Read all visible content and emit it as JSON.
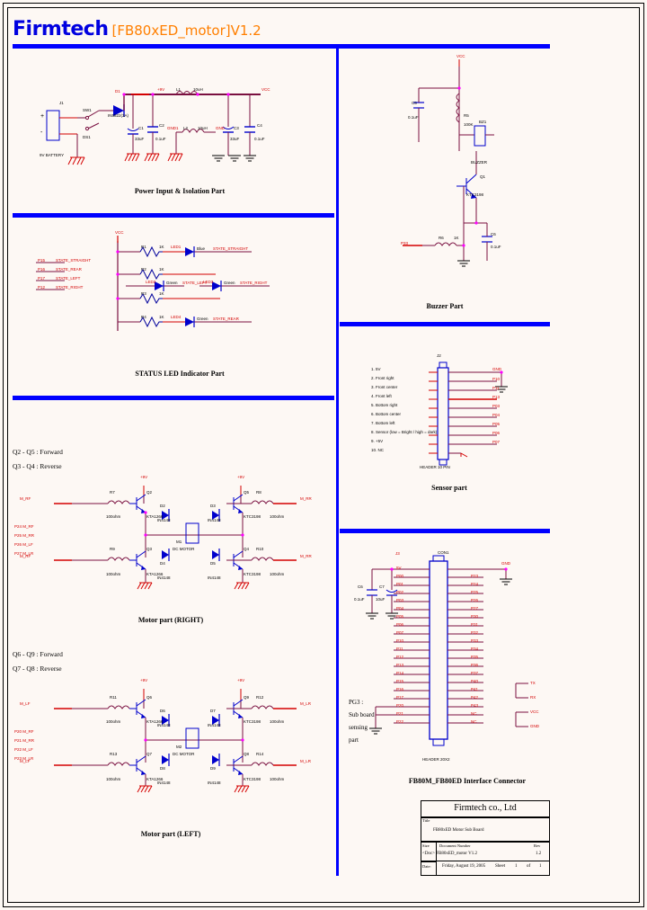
{
  "header": {
    "brand": "Firmtech",
    "product": "[FB80xED_motor]V1.2"
  },
  "sections": {
    "power_input": "Power Input & Isolation Part",
    "status_led": "STATUS LED Indicator Part",
    "motor_right": "Motor part (RIGHT)",
    "motor_left": "Motor part (LEFT)",
    "buzzer": "Buzzer Part",
    "sensor": "Sensor part",
    "interface": "FB80M_FB80ED Interface Connector"
  },
  "notes": {
    "motor_right_fwd": "Q2 - Q5 : Forward",
    "motor_right_rev": "Q3 - Q4 : Reverse",
    "motor_left_fwd": "Q6 - Q9 : Forward",
    "motor_left_rev": "Q7 - Q8 : Reverse",
    "pg3": [
      "PG3 :",
      "Sub board",
      "sensing",
      "part"
    ]
  },
  "power_input": {
    "battery_ref": "J1",
    "battery_val": "9V BATTERY",
    "plus": "+",
    "minus": "-",
    "sw_ref": "SW1",
    "sw_val": "DS1",
    "diode_ref": "D1",
    "diode_val": "IN5822(3A)",
    "net_p9v": "+9V",
    "inductor_ref": "L1",
    "inductor_val": "10uH",
    "net_vcc": "VCC",
    "c1_ref": "C1",
    "c1_val": "33uF",
    "c2_ref": "C2",
    "c2_val": "0.1uF",
    "c3_ref": "C3",
    "c3_val": "33uF",
    "c4_ref": "C4",
    "c4_val": "0.1uF",
    "l2_ref": "L2",
    "l2_val": "10uH",
    "gnd_a": "GND1",
    "gnd_b": "GND"
  },
  "status_led": {
    "net": "VCC",
    "signals": [
      "STATE_STRAIGHT",
      "STATE_REAR",
      "STATE_LEFT",
      "STATE_RIGHT"
    ],
    "pins": [
      "P15",
      "P16",
      "P17",
      "P12"
    ],
    "resistors": [
      {
        "ref": "R1",
        "val": "1K"
      },
      {
        "ref": "R2",
        "val": "1K"
      },
      {
        "ref": "R3",
        "val": "1K"
      },
      {
        "ref": "R4",
        "val": "1K"
      }
    ],
    "leds": [
      {
        "ref": "LED1",
        "val": "Blue",
        "net": "STATE_STRAIGHT"
      },
      {
        "ref": "LED2",
        "val": "Green",
        "net": "STATE_LEFT"
      },
      {
        "ref": "LED3",
        "val": "Green",
        "net": "STATE_RIGHT"
      },
      {
        "ref": "LED4",
        "val": "Green",
        "net": "STATE_REAR"
      }
    ]
  },
  "buzzer": {
    "net_vcc": "VCC",
    "r_ref": "R5",
    "r_val": "100K",
    "c_ref": "C5",
    "c_val": "0.1uF",
    "q_ref": "Q1",
    "q_val": "KTC3198",
    "bz_ref": "BZ1",
    "bz_val": "BUZZER",
    "in_ref": "R6",
    "in_val": "1K",
    "in_net": "P33",
    "gnd": "GND"
  },
  "sensor": {
    "conn_ref": "J2",
    "conn_val": "HEADER 10 PIN",
    "gnd": "GND",
    "pin_list": [
      "1. 5V",
      "2. Front right",
      "3. Front center",
      "4. Front left",
      "5. Bottom right",
      "6. Bottom center",
      "7. Bottom left",
      "8. Sensor (low = Bright / high = dark)",
      "9. +5V",
      "10. NC"
    ],
    "net_labels": [
      "GND",
      "P10",
      "P11",
      "P13",
      "P03",
      "P04",
      "P05",
      "P06",
      "P07",
      "NC"
    ]
  },
  "interface": {
    "conn_ref": "CON1",
    "conn_val": "HEADER 20X2",
    "title_ref": "J3",
    "gnd": "GND",
    "cap_ref": "C6",
    "cap_val": "0.1uF",
    "cap2_ref": "C7",
    "cap2_val": "10uF",
    "left_pins": [
      "5V",
      "P00",
      "P01",
      "P02",
      "P03",
      "P04",
      "P05",
      "P06",
      "P07",
      "P10",
      "P11",
      "P12",
      "P13",
      "P14",
      "P15",
      "P16",
      "P17",
      "P20",
      "P21",
      "P22"
    ],
    "right_pins": [
      "GND",
      "P23",
      "P24",
      "P25",
      "P26",
      "P27",
      "P30",
      "P31",
      "P32",
      "P33",
      "P34",
      "P35",
      "P36",
      "P37",
      "P40",
      "P41",
      "P42",
      "P43",
      "NC",
      "NC"
    ],
    "side_labels": [
      "TX",
      "RX",
      "VCC",
      "GND"
    ]
  },
  "motor_right": {
    "net_top": "+9V",
    "in_left": "M_RF",
    "in_right": "M_RR",
    "q2": {
      "ref": "Q2",
      "val": "KTA1266"
    },
    "q3": {
      "ref": "Q3",
      "val": "KTA1266"
    },
    "q4": {
      "ref": "Q4",
      "val": "KTC3198"
    },
    "q5": {
      "ref": "Q5",
      "val": "KTC3198"
    },
    "r7": {
      "ref": "R7",
      "val": "100ohm"
    },
    "r8": {
      "ref": "R8",
      "val": "100ohm"
    },
    "r9": {
      "ref": "R9",
      "val": "100ohm"
    },
    "r10": {
      "ref": "R10",
      "val": "100ohm"
    },
    "d2": {
      "ref": "D2",
      "val": "IN4148"
    },
    "d3": {
      "ref": "D3",
      "val": "IN4148"
    },
    "d4": {
      "ref": "D4",
      "val": "IN4148"
    },
    "d5": {
      "ref": "D5",
      "val": "IN4148"
    },
    "motor": {
      "ref": "M1",
      "val": "DC MOTOR"
    },
    "side_notes": [
      "P24   M_RF",
      "P25   M_RR",
      "P26   M_LF",
      "P27   M_LR"
    ]
  },
  "motor_left": {
    "net_top": "+9V",
    "in_left": "M_LF",
    "in_right": "M_LR",
    "q6": {
      "ref": "Q6",
      "val": "KTA1266"
    },
    "q7": {
      "ref": "Q7",
      "val": "KTA1266"
    },
    "q8": {
      "ref": "Q8",
      "val": "KTC3198"
    },
    "q9": {
      "ref": "Q9",
      "val": "KTC3198"
    },
    "r11": {
      "ref": "R11",
      "val": "100ohm"
    },
    "r12": {
      "ref": "R12",
      "val": "100ohm"
    },
    "r13": {
      "ref": "R13",
      "val": "100ohm"
    },
    "r14": {
      "ref": "R14",
      "val": "100ohm"
    },
    "d6": {
      "ref": "D6",
      "val": "IN4148"
    },
    "d7": {
      "ref": "D7",
      "val": "IN4148"
    },
    "d8": {
      "ref": "D8",
      "val": "IN4148"
    },
    "d9": {
      "ref": "D9",
      "val": "IN4148"
    },
    "motor": {
      "ref": "M2",
      "val": "DC MOTOR"
    },
    "side_notes": [
      "P20   M_RF",
      "P21   M_RR",
      "P22   M_LF",
      "P23   M_LR"
    ]
  },
  "title_block": {
    "company": "Firmtech co., Ltd",
    "title_label": "Title",
    "title_value": "FB80xED Motor Sub Board",
    "size_label": "Size",
    "doc_label": "Document Number",
    "doc_value": "<Doc> FB80xED_motor V1.2",
    "rev_label": "Rev",
    "rev_value": "1.2",
    "date_label": "Date:",
    "date_value": "Friday, August 19, 2005",
    "sheet_label": "Sheet",
    "sheet_value": "1",
    "of_label": "of",
    "of_value": "1"
  }
}
